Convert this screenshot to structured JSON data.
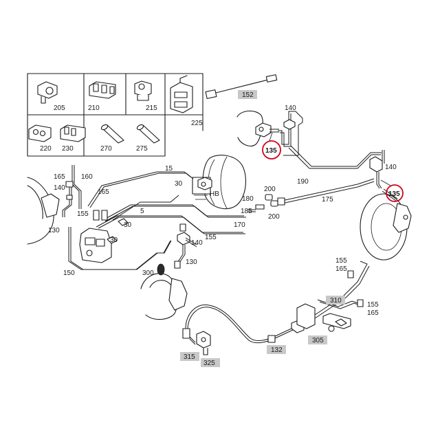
{
  "colors": {
    "line": "#1a1a1a",
    "highlight": "#d0021b",
    "label_shade": "#c8c8c8",
    "background": "#ffffff"
  },
  "inset_labels": {
    "p205": "205",
    "p210": "210",
    "p215": "215",
    "p225": "225",
    "p220": "220",
    "p230": "230",
    "p270": "270",
    "p275": "275",
    "p152": "152"
  },
  "labels": {
    "l15": "15",
    "l30a": "30",
    "l30b": "30",
    "l30c": "30",
    "l5": "5",
    "l165a": "165",
    "l140a": "140",
    "l160": "160",
    "l165b": "165",
    "l130a": "130",
    "l155a": "155",
    "l150": "150",
    "l170": "170",
    "l155b": "155",
    "l140b": "140",
    "l130b": "130",
    "l300": "300",
    "l180": "180",
    "l185": "185",
    "l200a": "200",
    "l200b": "200",
    "l190": "190",
    "l175": "175",
    "l140c": "140",
    "l140d": "140",
    "l135a": "135",
    "l135b": "135",
    "l155c": "155",
    "l165c": "165",
    "l310": "310",
    "l155d": "155",
    "l165d": "165",
    "l305": "305",
    "l132": "132",
    "l315": "315",
    "l325": "325"
  }
}
